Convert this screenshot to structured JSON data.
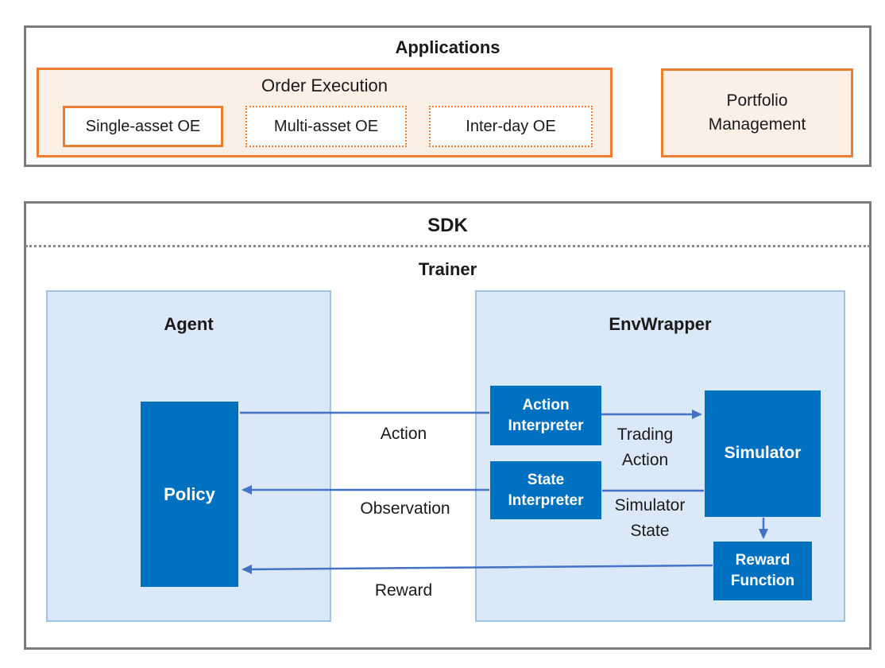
{
  "applications": {
    "title": "Applications",
    "order_execution": {
      "title": "Order Execution",
      "items": [
        {
          "label": "Single-asset OE"
        },
        {
          "label": "Multi-asset OE"
        },
        {
          "label": "Inter-day OE"
        }
      ]
    },
    "portfolio_management": {
      "label": "Portfolio Management"
    }
  },
  "sdk": {
    "title": "SDK",
    "trainer": {
      "title": "Trainer",
      "agent": {
        "title": "Agent",
        "policy": "Policy"
      },
      "envwrapper": {
        "title": "EnvWrapper",
        "action_interpreter": "Action Interpreter",
        "state_interpreter": "State Interpreter",
        "simulator": "Simulator",
        "reward_function": "Reward Function"
      },
      "flows": {
        "action": "Action",
        "observation": "Observation",
        "reward": "Reward",
        "trading_action": "Trading Action",
        "simulator_state": "Simulator State"
      }
    }
  },
  "colors": {
    "orange_border": "#ED7D31",
    "orange_fill": "#FCEFE5",
    "light_blue_fill": "#DAE8F7",
    "light_blue_border": "#9DC3E6",
    "dark_blue": "#0070C0",
    "arrow_blue": "#4472C4",
    "panel_border_gray": "#7A7A7A"
  }
}
